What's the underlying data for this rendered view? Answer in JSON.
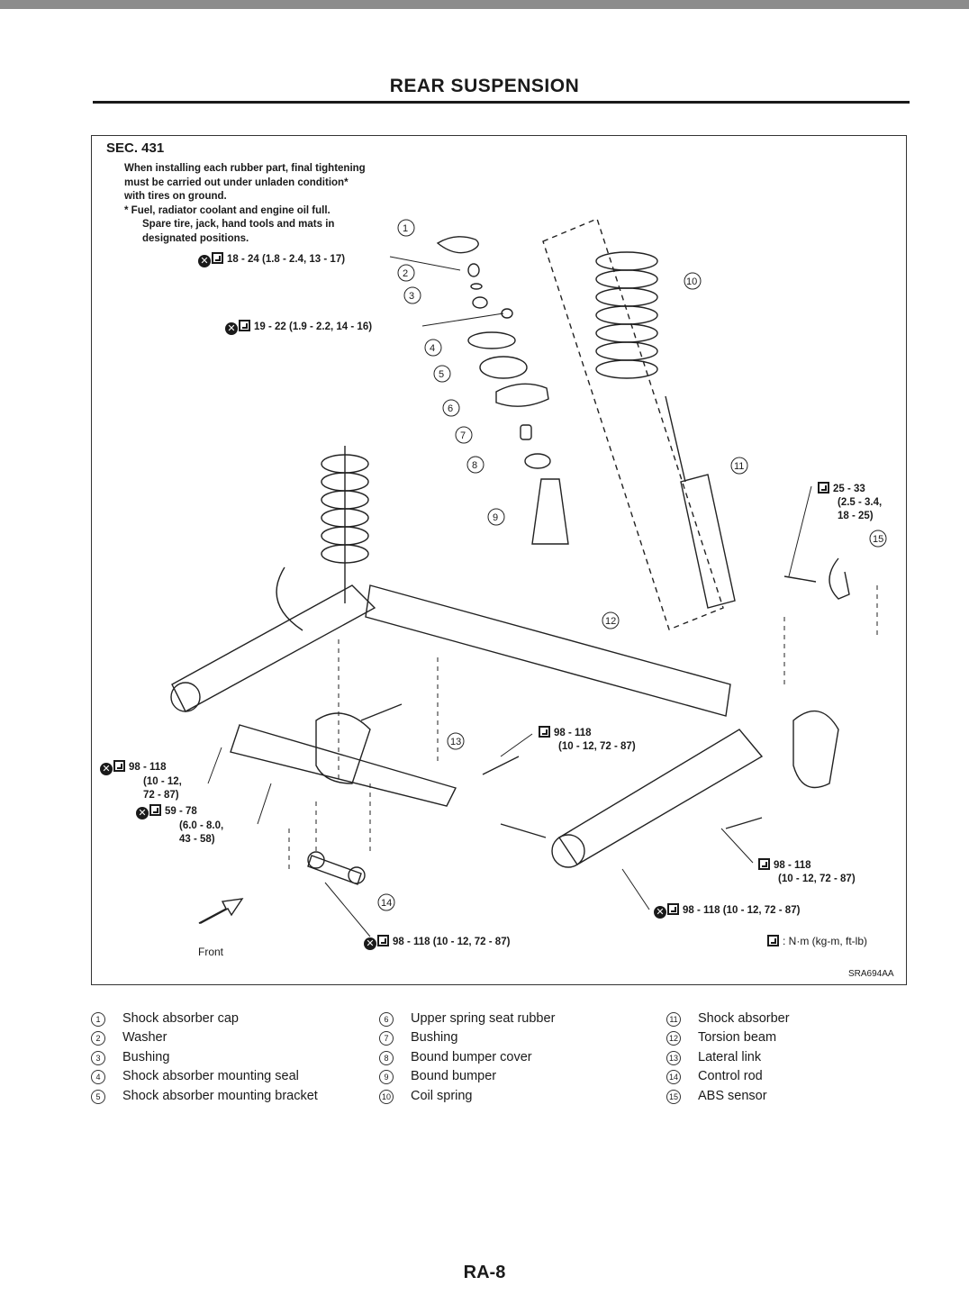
{
  "header": {
    "title": "REAR SUSPENSION"
  },
  "section": "SEC. 431",
  "notes": {
    "line1": "When installing each rubber part, final tightening",
    "line2": "must be carried out under unladen condition*",
    "line3": "with tires on ground.",
    "line4": "*  Fuel, radiator coolant and engine oil full.",
    "line5": "Spare tire, jack, hand tools and mats in",
    "line6": "designated positions."
  },
  "torques": {
    "t1": "18 - 24 (1.8 - 2.4, 13 - 17)",
    "t2": "19 - 22 (1.9 - 2.2, 14 - 16)",
    "t3_a": "25 - 33",
    "t3_b": "(2.5 - 3.4,",
    "t3_c": "18 - 25)",
    "t4_a": "98 - 118",
    "t4_b": "(10 - 12, 72 - 87)",
    "t5_a": "98 - 118",
    "t5_b": "(10 - 12,",
    "t5_c": "72 - 87)",
    "t6_a": "59 - 78",
    "t6_b": "(6.0 - 8.0,",
    "t6_c": "43 - 58)",
    "t7_a": "98 - 118",
    "t7_b": "(10 - 12, 72 - 87)",
    "t8": "98 - 118 (10 - 12, 72 - 87)",
    "t9": "98 - 118 (10 - 12, 72 - 87)"
  },
  "callouts": [
    "1",
    "2",
    "3",
    "4",
    "5",
    "6",
    "7",
    "8",
    "9",
    "10",
    "11",
    "12",
    "13",
    "14",
    "15"
  ],
  "unit_legend": ": N·m (kg-m, ft-lb)",
  "front_label": "Front",
  "figure_code": "SRA694AA",
  "legend": [
    {
      "num": "1",
      "text": "Shock absorber cap"
    },
    {
      "num": "2",
      "text": "Washer"
    },
    {
      "num": "3",
      "text": "Bushing"
    },
    {
      "num": "4",
      "text": "Shock absorber mounting seal"
    },
    {
      "num": "5",
      "text": "Shock absorber mounting bracket"
    },
    {
      "num": "6",
      "text": "Upper spring seat rubber"
    },
    {
      "num": "7",
      "text": "Bushing"
    },
    {
      "num": "8",
      "text": "Bound bumper cover"
    },
    {
      "num": "9",
      "text": "Bound bumper"
    },
    {
      "num": "10",
      "text": "Coil spring"
    },
    {
      "num": "11",
      "text": "Shock absorber"
    },
    {
      "num": "12",
      "text": "Torsion beam"
    },
    {
      "num": "13",
      "text": "Lateral link"
    },
    {
      "num": "14",
      "text": "Control rod"
    },
    {
      "num": "15",
      "text": "ABS sensor"
    }
  ],
  "page_number": "RA-8"
}
